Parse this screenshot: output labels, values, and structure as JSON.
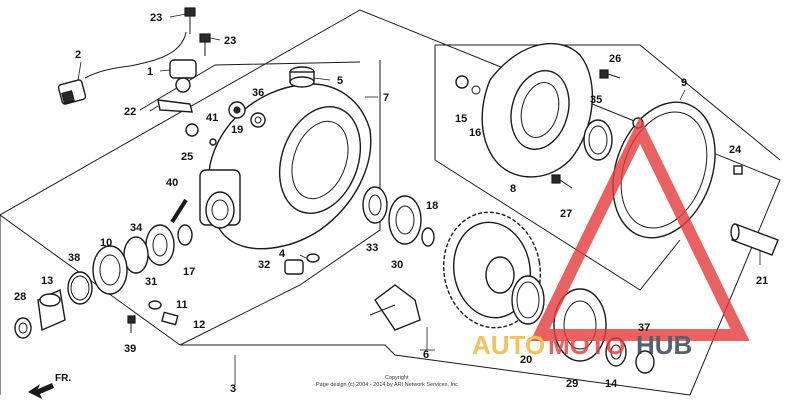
{
  "diagram": {
    "callouts": {
      "c1": "1",
      "c2": "2",
      "c3": "3",
      "c4": "4",
      "c5": "5",
      "c6": "6",
      "c7": "7",
      "c8": "8",
      "c9": "9",
      "c10": "10",
      "c11": "11",
      "c12": "12",
      "c13": "13",
      "c14": "14",
      "c15": "15",
      "c16": "16",
      "c17": "17",
      "c18": "18",
      "c19": "19",
      "c20": "20",
      "c21": "21",
      "c22": "22",
      "c23a": "23",
      "c23b": "23",
      "c24": "24",
      "c25": "25",
      "c26": "26",
      "c27": "27",
      "c28": "28",
      "c29": "29",
      "c30": "30",
      "c31": "31",
      "c32": "32",
      "c33": "33",
      "c34": "34",
      "c35": "35",
      "c36": "36",
      "c37": "37",
      "c38": "38",
      "c39": "39",
      "c40": "40",
      "c41": "41"
    },
    "direction_label": "FR.",
    "copyright_line1": "Copyright",
    "copyright_line2": "Page design (c) 2004 - 2014 by ARI Network Services, Inc."
  },
  "watermark": {
    "text_part1": "AUTO",
    "text_part2": "MOTO",
    "text_part3": "HUB",
    "color_red": "#e63a3a",
    "color_yellow": "#f2b233",
    "color_dark": "#2d3a4a"
  }
}
